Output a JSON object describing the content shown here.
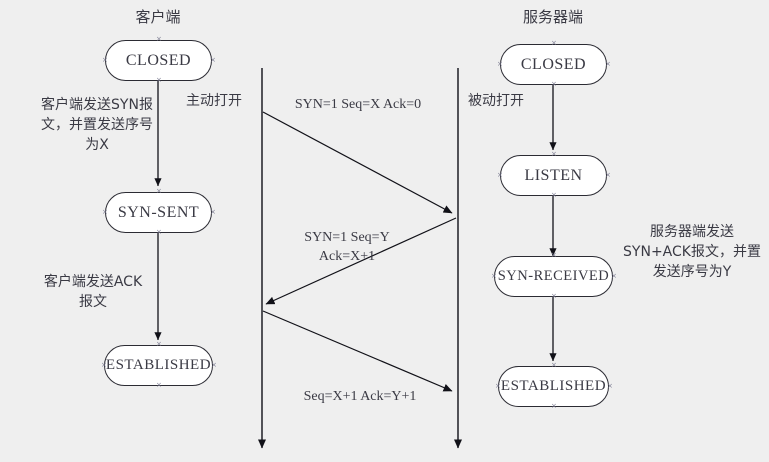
{
  "diagram": {
    "title": "TCP three-way handshake state diagram",
    "background_color": "#efefef",
    "box_fill": "#ffffff",
    "stroke_color": "#2b2b33",
    "text_color": "#3a3a44"
  },
  "columns": {
    "client_title": "客户端",
    "server_title": "服务器端"
  },
  "client_states": [
    {
      "label": "CLOSED"
    },
    {
      "label": "SYN-SENT"
    },
    {
      "label": "ESTABLISHED"
    }
  ],
  "server_states": [
    {
      "label": "CLOSED"
    },
    {
      "label": "LISTEN"
    },
    {
      "label": "SYN-RECEIVED"
    },
    {
      "label": "ESTABLISHED"
    }
  ],
  "notes": {
    "client_syn": "客户端发送SYN报\n文，并置发送序号\n为X",
    "client_syn_line1": "客户端发送SYN报",
    "client_syn_line2": "文，并置发送序号",
    "client_syn_line3": "为X",
    "client_ack_line1": "客户端发送ACK",
    "client_ack_line2": "报文",
    "server_synack_line1": "服务器端发送",
    "server_synack_line2": "SYN+ACK报文，并置",
    "server_synack_line3": "发送序号为Y"
  },
  "lifelines": {
    "client_open": "主动打开",
    "server_open": "被动打开"
  },
  "messages": [
    {
      "id": "msg1",
      "label_line1": "SYN=1  Seq=X  Ack=0",
      "direction": "client-to-server"
    },
    {
      "id": "msg2",
      "label_line1": "SYN=1  Seq=Y",
      "label_line2": "Ack=X+1",
      "direction": "server-to-client"
    },
    {
      "id": "msg3",
      "label_line1": "Seq=X+1  Ack=Y+1",
      "direction": "client-to-server"
    }
  ]
}
